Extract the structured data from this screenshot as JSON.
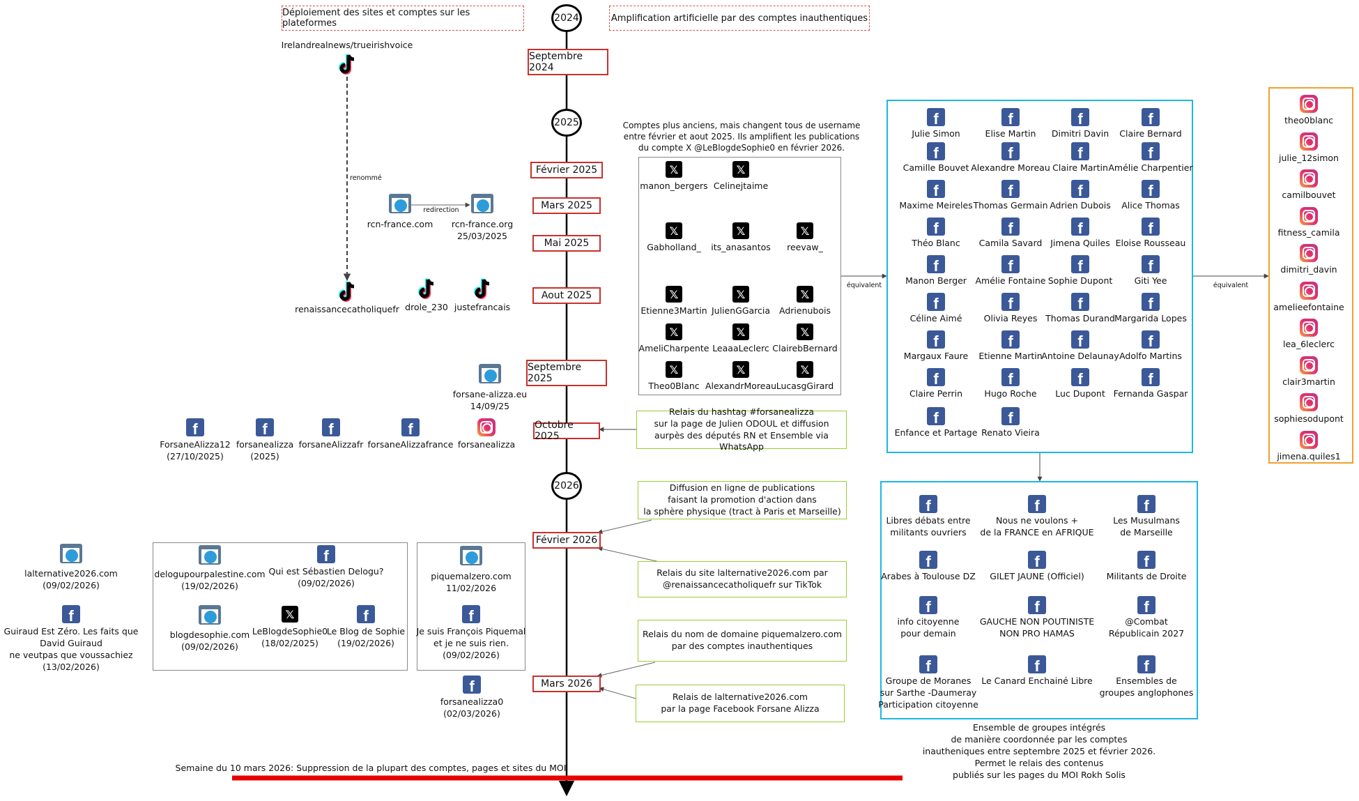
{
  "legend": {
    "left": "Déploiement des sites et comptes sur les plateformes",
    "right": "Amplification artificielle par des comptes inauthentiques"
  },
  "years": [
    "2024",
    "2025",
    "2026"
  ],
  "dates": [
    "Septembre 2024",
    "Février 2025",
    "Mars 2025",
    "Mai 2025",
    "Aout 2025",
    "Septembre 2025",
    "Octobre 2025",
    "Février 2026",
    "Mars 2026"
  ],
  "tiktok": {
    "top_label": "Irelandrealnews/trueirishvoice",
    "renamed": "renommé",
    "accounts": [
      "renaissancecatholiquefr",
      "drole_230",
      "justefrancais"
    ]
  },
  "rcn": {
    "left": "rcn-france.com",
    "redirect": "redirection",
    "right": "rcn-france.org\n25/03/2025"
  },
  "forsane_site": "forsane-alizza.eu\n14/09/25",
  "oct_accounts": [
    "ForsaneAlizza12\n(27/10/2025)",
    "forsanealizza\n(2025)",
    "forsaneAlizzafr",
    "forsaneAlizzafrance",
    "forsanealizza"
  ],
  "x_section": {
    "desc": "Comptes plus anciens, mais changent tous de username\nentre février et aout 2025. Ils amplifient les publications\ndu compte X @LeBlogdeSophie0 en février 2026.",
    "accounts": [
      "manon_bergers",
      "Celinejtaime",
      "Gabholland_",
      "its_anasantos",
      "reevaw_",
      "Etienne3Martin",
      "JulienGGarcia",
      "Adrienubois",
      "AmeliCharpente",
      "LeaaaLeclerc",
      "ClairebBernard",
      "Theo0Blanc",
      "AlexandrMoreau",
      "LucasgGirard"
    ]
  },
  "equivalent": "équivalent",
  "fb_accounts": [
    "Julie Simon",
    "Elise Martin",
    "Dimitri Davin",
    "Claire Bernard",
    "Camille Bouvet",
    "Alexandre Moreau",
    "Claire Martin",
    "Amélie Charpentier",
    "Maxime Meireles",
    "Thomas Germain",
    "Adrien Dubois",
    "Alice Thomas",
    "Théo Blanc",
    "Camila Savard",
    "Jimena Quiles",
    "Eloise Rousseau",
    "Manon Berger",
    "Amélie Fontaine",
    "Sophie Dupont",
    "Giti Yee",
    "Céline Aimé",
    "Olivia Reyes",
    "Thomas Durand",
    "Margarida Lopes",
    "Margaux Faure",
    "Etienne Martin",
    "Antoine Delaunay",
    "Adolfo Martins",
    "Claire Perrin",
    "Hugo Roche",
    "Luc Dupont",
    "Fernanda Gaspar",
    "Enfance et Partage",
    "Renato Vieira"
  ],
  "ig_accounts": [
    "theo0blanc",
    "julie_12simon",
    "camilbouvet",
    "fitness_camila",
    "dimitri_davin",
    "amelieefontaine",
    "lea_6leclerc",
    "clair3martin",
    "sophiesodupont",
    "jimena.quiles1"
  ],
  "groups": [
    "Libres débats entre\nmilitants ouvriers",
    "Nous ne voulons +\nde la FRANCE en AFRIQUE",
    "Les Musulmans\nde Marseille",
    "Arabes à Toulouse DZ",
    "GILET JAUNE (Officiel)",
    "Militants de Droite",
    "info citoyenne\npour demain",
    "GAUCHE NON POUTINISTE\nNON PRO HAMAS",
    "@Combat\nRépublicain 2027",
    "Groupe de Moranes\nsur Sarthe -Daumeray\nParticipation citoyenne",
    "Le Canard Enchainé Libre",
    "Ensembles de\ngroupes anglophones"
  ],
  "groups_caption": "Ensemble de groupes intégrés\nde manière coordonnée par les comptes\ninautheniques entre septembre 2025 et février 2026.\nPermet le relais des contenus\npubliés sur les pages du MOI Rokh Solis",
  "notes": [
    "Relais du hashtag #forsanealizza\nsur la page de Julien ODOUL et diffusion\naurpès des députés RN et Ensemble via WhatsApp",
    "Diffusion en ligne de publications\nfaisant la promotion d'action dans\nla sphère physique (tract à Paris et Marseille)",
    "Relais du site lalternative2026.com par\n@renaissancecatholiquefr sur TikTok",
    "Relais du nom de domaine piquemalzero.com\npar des comptes inauthentiques",
    "Relais de lalternative2026.com\npar la page Facebook Forsane Alizza"
  ],
  "left2026": {
    "lalternative": "lalternative2026.com\n(09/02/2026)",
    "guiraud": "Guiraud Est Zéro. Les faits que\nDavid Guiraud\nne veutpas que voussachiez\n(13/02/2026)"
  },
  "delogu_box": {
    "site": "delogupourpalestine.com\n(19/02/2026)",
    "fb_page": "Qui est Sébastien Delogu?\n(09/02/2026)",
    "blog": "blogdesophie.com\n(09/02/2026)",
    "x_account": "LeBlogdeSophie0\n(18/02/2025)",
    "fb_blog": "Le Blog de Sophie\n(19/02/2026)"
  },
  "piquemal_box": {
    "site": "piquemalzero.com\n11/02/2026",
    "fb_page": "Je suis François Piquemal\net je ne suis rien.\n(09/02/2026)"
  },
  "forsane0": "forsanealizza0\n(02/03/2026)",
  "bottom": "Semaine du 10 mars 2026: Suppression de la plupart des comptes, pages et sites du MOI",
  "colors": {
    "accent_red": "#c9302c",
    "note_green": "#9acd32",
    "box_cyan": "#1ab8e0",
    "box_orange": "#f0a030",
    "deletion_red": "#e60000"
  }
}
